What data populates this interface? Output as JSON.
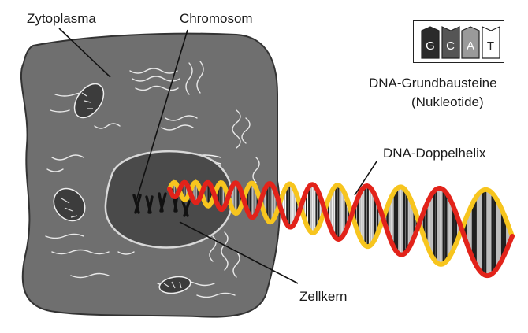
{
  "labels": {
    "cytoplasm": "Zytoplasma",
    "chromosome": "Chromosom",
    "nucleus": "Zellkern",
    "double_helix": "DNA-Doppelhelix",
    "nucleotides_line1": "DNA-Grundbausteine",
    "nucleotides_line2": "(Nukleotide)"
  },
  "nucleotides": [
    {
      "letter": "G",
      "fill": "#2b2b2b",
      "text": "#ffffff"
    },
    {
      "letter": "C",
      "fill": "#555555",
      "text": "#ffffff"
    },
    {
      "letter": "A",
      "fill": "#9a9a9a",
      "text": "#ffffff"
    },
    {
      "letter": "T",
      "fill": "#ffffff",
      "text": "#222222"
    }
  ],
  "colors": {
    "cell_fill": "#6f6f6f",
    "nucleus_fill": "#4a4a4a",
    "strand_red": "#e2231a",
    "strand_yellow": "#f7c51e",
    "bases_dark": "#1f1f1f",
    "bases_light": "#bdbdbd"
  }
}
